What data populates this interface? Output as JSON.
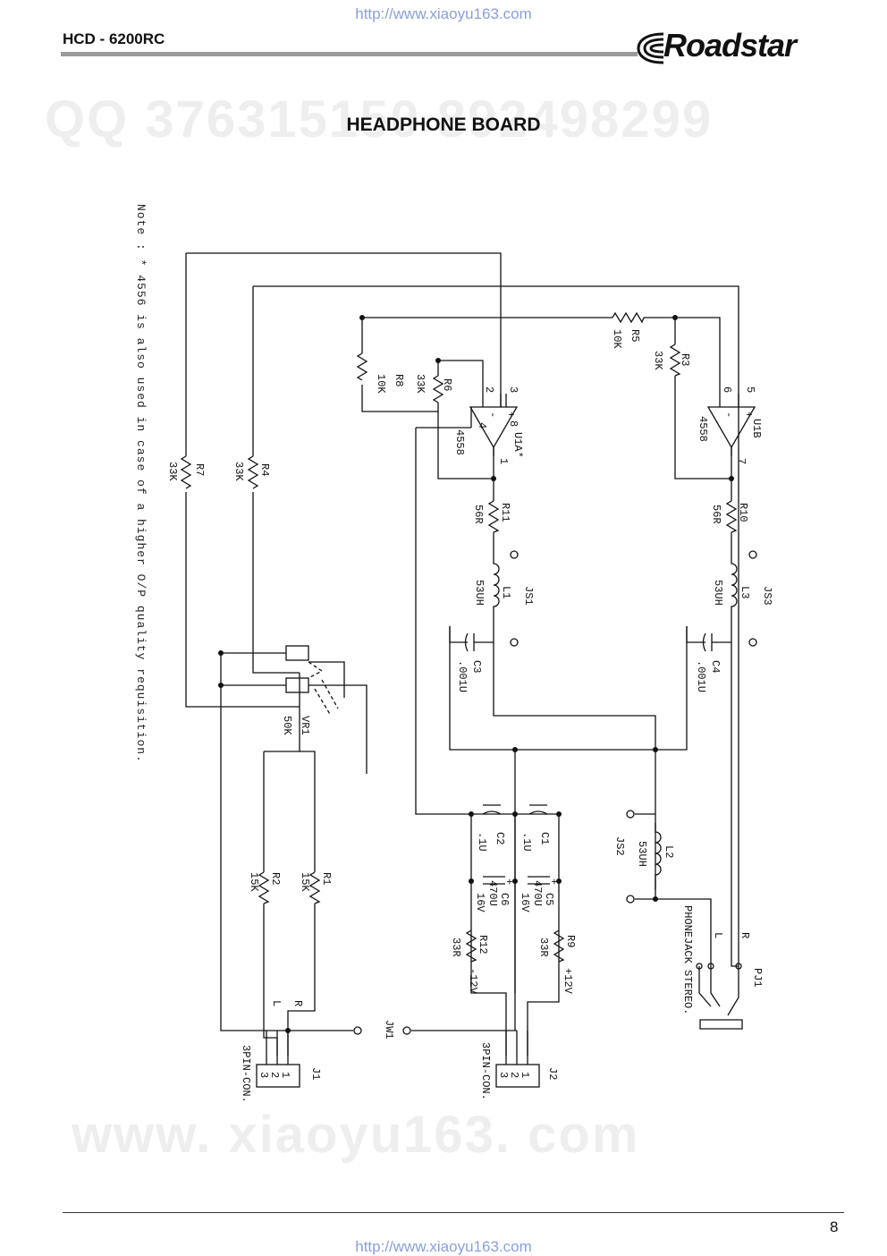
{
  "header": {
    "url": "http://www.xiaoyu163.com",
    "model": "HCD - 6200RC",
    "brand": "Roadstar"
  },
  "title": "HEADPHONE BOARD",
  "watermarks": {
    "qq": "QQ 376315150  892498299",
    "www": "www. xiaoyu163. com"
  },
  "note": "Note : * 4556 is also used in case of a higher O/P quality requisition.",
  "components": {
    "r5": {
      "ref": "R5",
      "value": "10K"
    },
    "r3": {
      "ref": "R3",
      "value": "33K"
    },
    "r8": {
      "ref": "R8",
      "value": "10K"
    },
    "r6": {
      "ref": "R6",
      "value": "33K"
    },
    "u1a": {
      "ref": "U1A*",
      "value": "4558"
    },
    "u1b": {
      "ref": "U1B",
      "value": "4558"
    },
    "r7": {
      "ref": "R7",
      "value": "33K"
    },
    "r4": {
      "ref": "R4",
      "value": "33K"
    },
    "r11": {
      "ref": "R11",
      "value": "56R"
    },
    "r10": {
      "ref": "R10",
      "value": "56R"
    },
    "l1": {
      "ref": "L1",
      "value": "53UH"
    },
    "l3": {
      "ref": "L3",
      "value": "53UH"
    },
    "l2": {
      "ref": "L2",
      "value": "53UH"
    },
    "js1": {
      "ref": "JS1"
    },
    "js2": {
      "ref": "JS2"
    },
    "js3": {
      "ref": "JS3"
    },
    "c3": {
      "ref": "C3",
      "value": ".001U"
    },
    "c4": {
      "ref": "C4",
      "value": ".001U"
    },
    "vr1": {
      "ref": "VR1",
      "value": "50K"
    },
    "c2": {
      "ref": "C2",
      "value": ".1U"
    },
    "c1": {
      "ref": "C1",
      "value": ".1U"
    },
    "c6": {
      "ref": "C6",
      "value": "470U",
      "rating": "16V"
    },
    "c5": {
      "ref": "C5",
      "value": "470U",
      "rating": "16V"
    },
    "r1": {
      "ref": "R1",
      "value": "15K"
    },
    "r2": {
      "ref": "R2",
      "value": "15K"
    },
    "r12": {
      "ref": "R12",
      "value": "33R"
    },
    "r9": {
      "ref": "R9",
      "value": "33R"
    },
    "jw1": {
      "ref": "JW1"
    },
    "j1": {
      "ref": "J1",
      "type": "3PIN-CON."
    },
    "j2": {
      "ref": "J2",
      "type": "3PIN-CON."
    },
    "pj1": {
      "ref": "PJ1",
      "type": "PHONEJACK STEREO."
    }
  },
  "labels": {
    "pins": [
      "1",
      "2",
      "3"
    ],
    "u1a_pins": [
      "2",
      "3",
      "8",
      "4",
      "1"
    ],
    "u1b_pins": [
      "6",
      "5",
      "7"
    ],
    "minus": "-",
    "plus": "+",
    "left": "L",
    "right": "R",
    "plus12": "+12V",
    "minus12": "-12V",
    "cap_plus": "+"
  },
  "footer": {
    "page": "8",
    "url": "http://www.xiaoyu163.com"
  }
}
